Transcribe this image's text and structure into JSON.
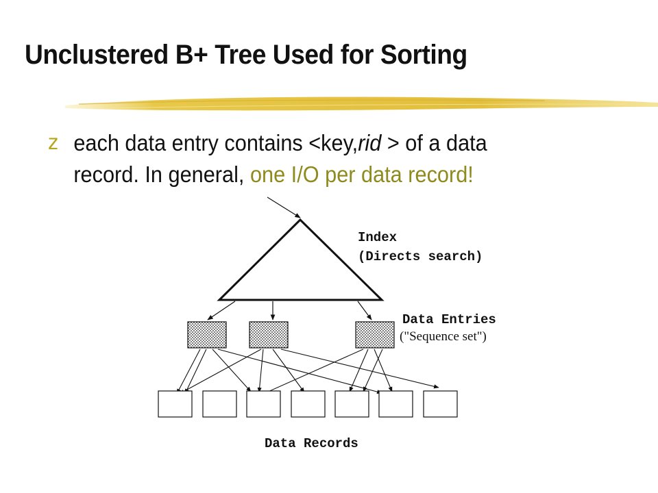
{
  "slide": {
    "title": "Unclustered B+ Tree Used for Sorting",
    "bullet": {
      "marker": "z",
      "line1_before": "each data entry contains <key,",
      "line1_emph": "rid",
      "line1_after": " > of a data",
      "line2_plain": "record.  In general, ",
      "line2_highlight": "one I/O per data record!"
    },
    "colors": {
      "highlight": "#8f8a1d",
      "bullet_marker": "#b8a41a",
      "swoosh": "#e8c84a"
    }
  },
  "diagram": {
    "index_label_line1": "Index",
    "index_label_line2": "(Directs search)",
    "entries_label_line1": "Data Entries",
    "entries_label_line2": "(\"Sequence set\")",
    "records_label": "Data Records",
    "data_entry_count": 3,
    "data_record_count": 7
  }
}
